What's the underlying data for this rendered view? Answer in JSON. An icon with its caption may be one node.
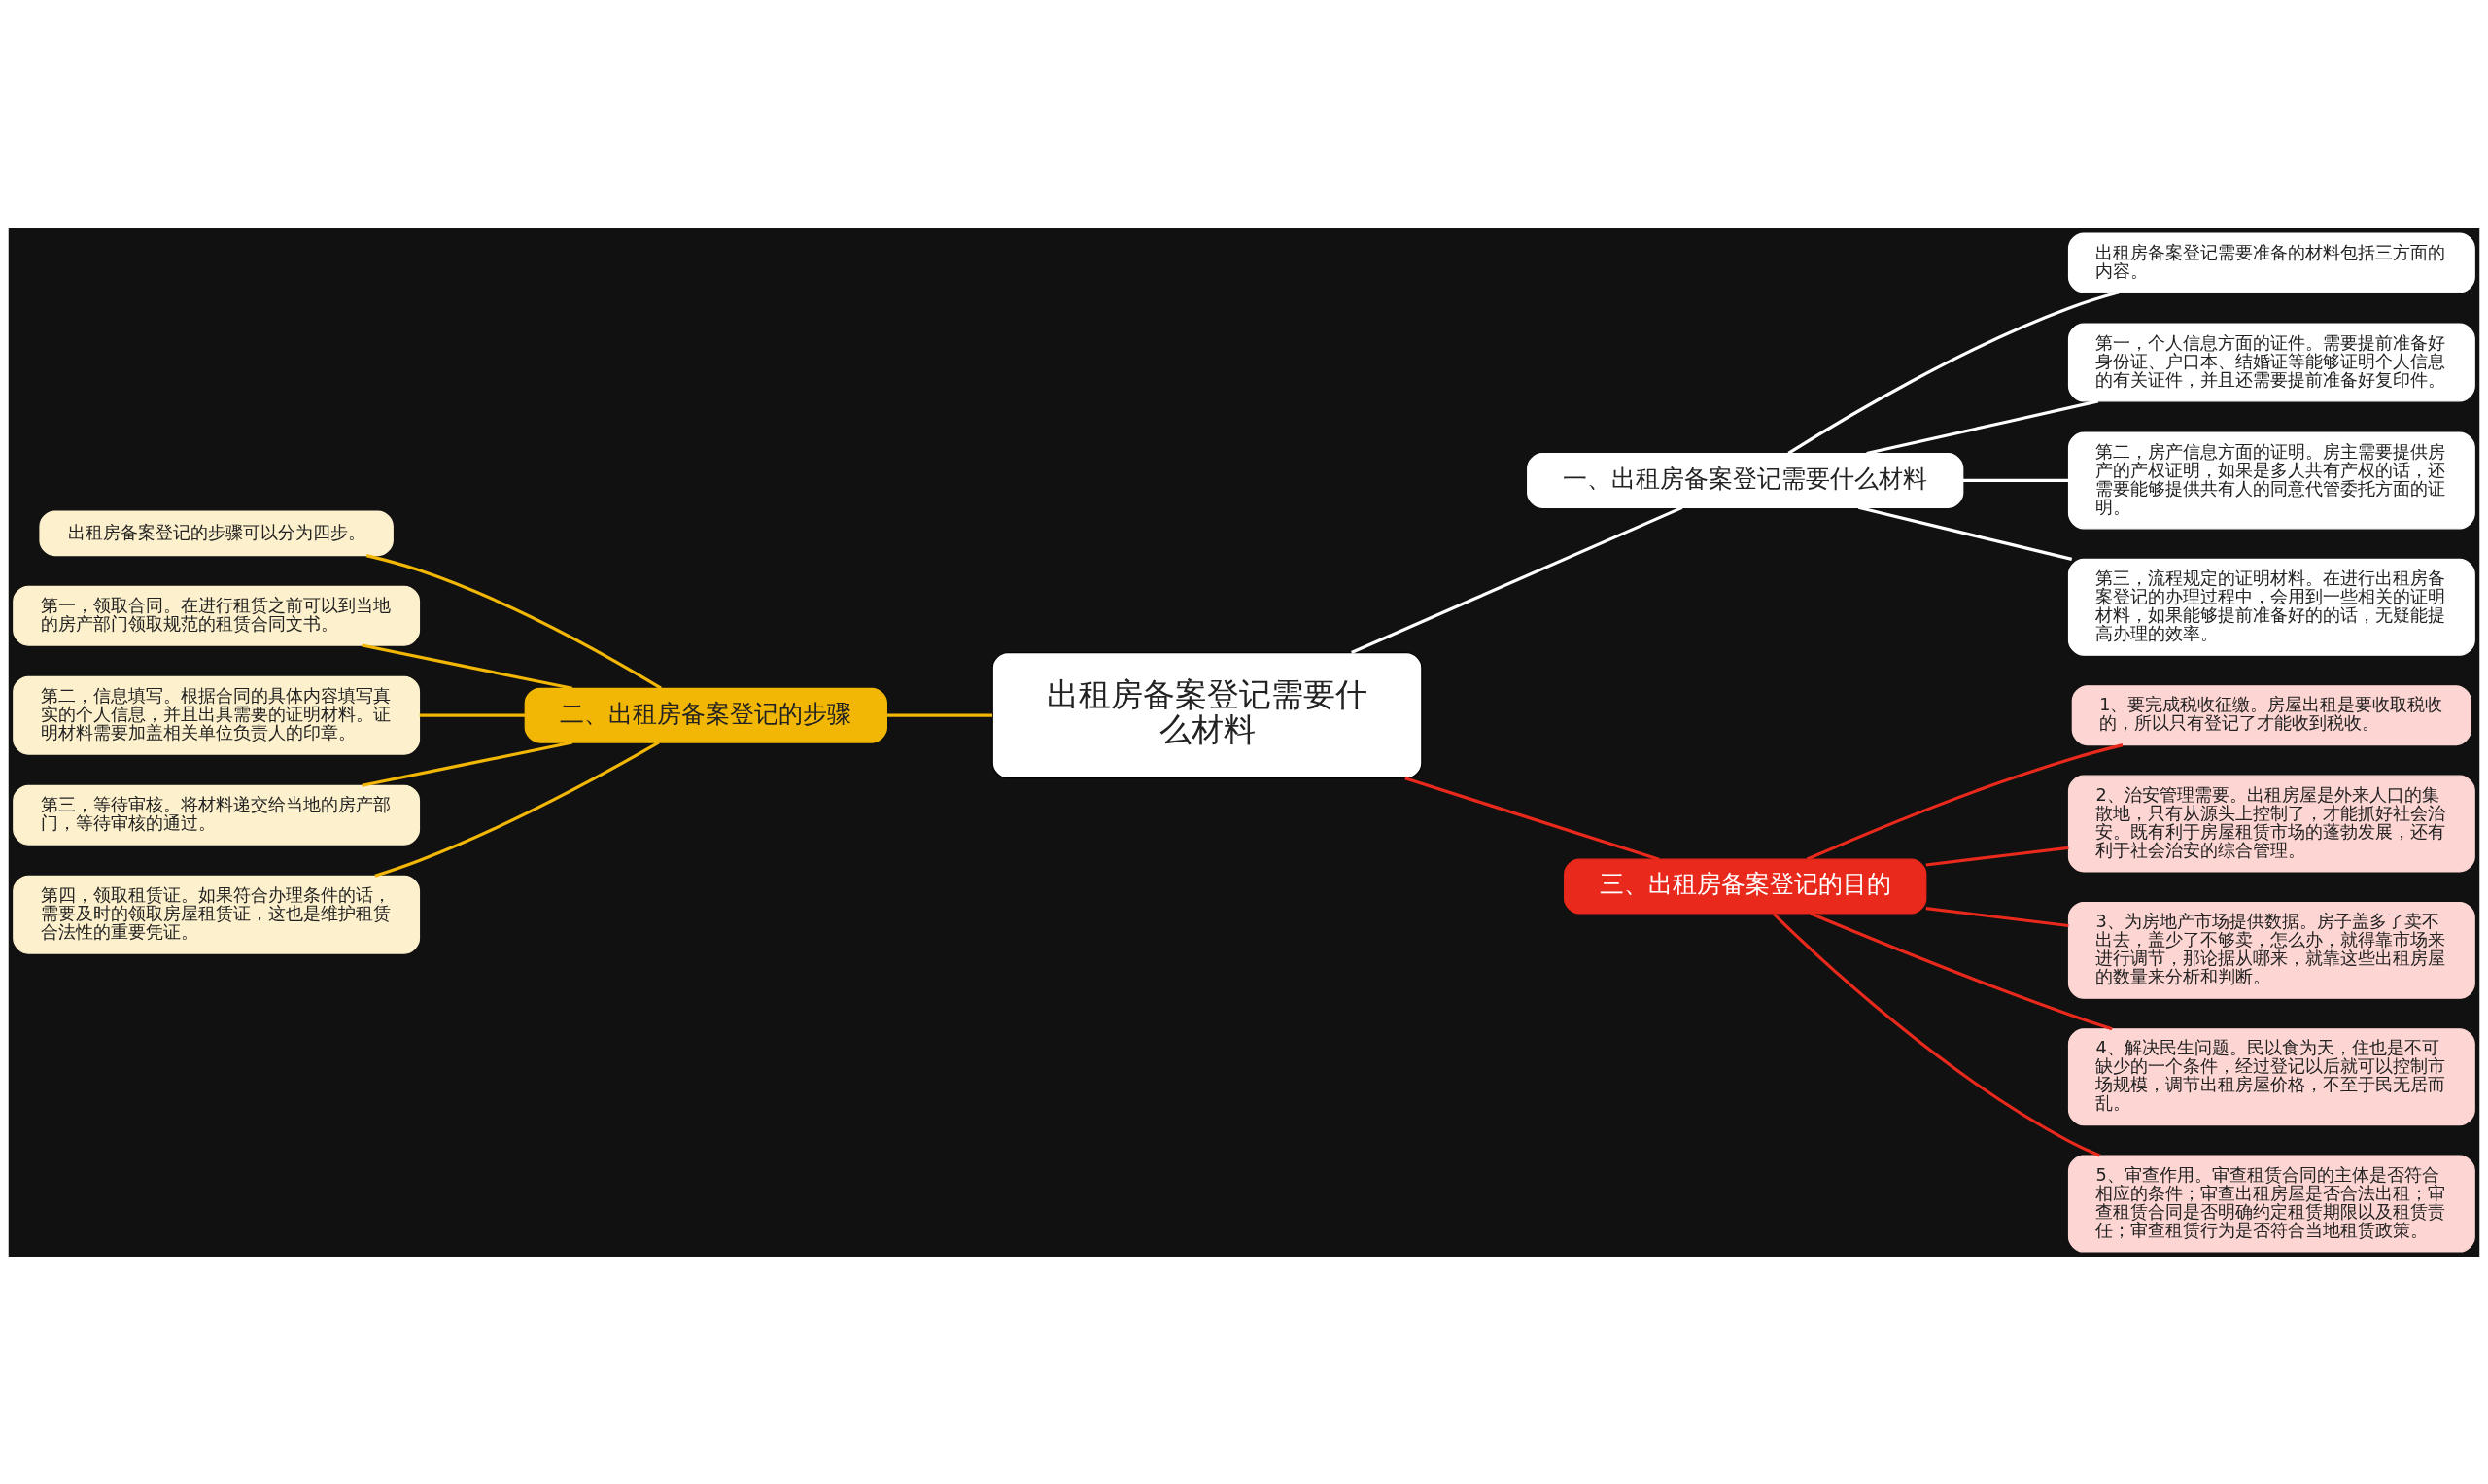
{
  "diagram": {
    "nodes": [
      {
        "text": [
          "出租房备案登记需要什么材料"
        ]
      },
      {
        "text": [
          "一、出租房备案登记需要什么材料"
        ]
      },
      {
        "text": [
          "出租房备案登记需要准备的材料包括三方面的内容。"
        ]
      },
      {
        "text": [
          "第一，个人信息方面的证件。需要提前准备好身份证、户口本、结婚证等能够证明个人信息的有关证件，并且还需要提前准备好复印件。"
        ]
      },
      {
        "text": [
          "第二，房产信息方面的证明。房主需要提供房产的产权证明，如果是多人共有产权的话，还需要能够提供共有人的同意代管委托方面的证明。"
        ]
      },
      {
        "text": [
          "第三，流程规定的证明材料。在进行出租房备案登记的办理过程中，会用到一些相关的证明材料，如果能够提前准备好的的话，无疑能提高办理的效率。"
        ]
      },
      {
        "text": [
          "二、出租房备案登记的步骤"
        ]
      },
      {
        "text": [
          "出租房备案登记的步骤可以分为四步。"
        ]
      },
      {
        "text": [
          "第一，领取合同。在进行租赁之前可以到当地的房产部门领取规范的租赁合同文书。"
        ]
      },
      {
        "text": [
          "第二，信息填写。根据合同的具体内容填写真实的个人信息，并且出具需要的证明材料。证明材料需要加盖相关单位负责人的印章。"
        ]
      },
      {
        "text": [
          "第三，等待审核。将材料递交给当地的房产部门，等待审核的通过。"
        ]
      },
      {
        "text": [
          "第四，领取租赁证。如果符合办理条件的话，需要及时的领取房屋租赁证，这也是维护租赁合法性的重要凭证。"
        ]
      },
      {
        "text": [
          "三、出租房备案登记的目的"
        ]
      },
      {
        "text": [
          "1、要完成税收征缴。房屋出租是要收取税收的，所以只有登记了才能收到税收。"
        ]
      },
      {
        "text": [
          "2、治安管理需要。出租房屋是外来人口的集散地，只有从源头上控制了，才能抓好社会治安。既有利于房屋租赁市场的蓬勃发展，还有利于社会治安的综合管理。"
        ]
      },
      {
        "text": [
          "3、为房地产市场提供数据。房子盖多了卖不出去，盖少了不够卖，怎么办，就得靠市场来进行调节，那论据从哪来，就靠这些出租房屋的数量来分析和判断。"
        ]
      },
      {
        "text": [
          "4、解决民生问题。民以食为天，住也是不可缺少的一个条件，经过登记以后就可以控制市场规模，调节出租房屋价格，不至于民无居而乱。"
        ]
      },
      {
        "text": [
          "5、审查作用。审查租赁合同的主体是否符合相应的条件；审查出租房屋是否合法出租；审查租赁合同是否明确约定租赁期限以及租赁责任；审查租赁行为是否符合当地租赁政策。"
        ]
      }
    ],
    "edges": [
      {
        "from": 0,
        "to": 1,
        "arrow": "none",
        "color": "#ffffff"
      },
      {
        "from": 1,
        "to": 2,
        "arrow": "none",
        "color": "#ffffff"
      },
      {
        "from": 1,
        "to": 3,
        "arrow": "none",
        "color": "#ffffff"
      },
      {
        "from": 1,
        "to": 4,
        "arrow": "none",
        "color": "#ffffff"
      },
      {
        "from": 1,
        "to": 5,
        "arrow": "none",
        "color": "#ffffff"
      },
      {
        "from": 0,
        "to": 6,
        "arrow": "none",
        "color": "#f2b705"
      },
      {
        "from": 6,
        "to": 7,
        "arrow": "none",
        "color": "#f2b705"
      },
      {
        "from": 6,
        "to": 8,
        "arrow": "none",
        "color": "#f2b705"
      },
      {
        "from": 6,
        "to": 9,
        "arrow": "none",
        "color": "#f2b705"
      },
      {
        "from": 6,
        "to": 10,
        "arrow": "none",
        "color": "#f2b705"
      },
      {
        "from": 6,
        "to": 11,
        "arrow": "none",
        "color": "#f2b705"
      },
      {
        "from": 0,
        "to": 12,
        "arrow": "none",
        "color": "#e8291c"
      },
      {
        "from": 12,
        "to": 13,
        "arrow": "none",
        "color": "#e8291c"
      },
      {
        "from": 12,
        "to": 14,
        "arrow": "none",
        "color": "#e8291c"
      },
      {
        "from": 12,
        "to": 15,
        "arrow": "none",
        "color": "#e8291c"
      },
      {
        "from": 12,
        "to": 16,
        "arrow": "none",
        "color": "#e8291c"
      },
      {
        "from": 12,
        "to": 17,
        "arrow": "none",
        "color": "#e8291c"
      }
    ]
  }
}
